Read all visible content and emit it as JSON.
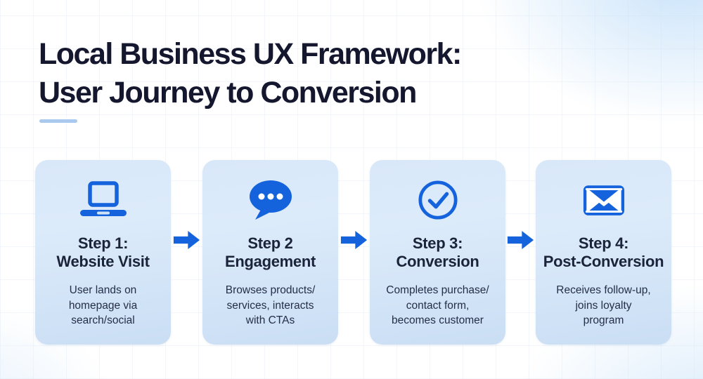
{
  "title": {
    "line1": "Local Business UX Framework:",
    "line2": "User Journey to Conversion"
  },
  "colors": {
    "accent_blue": "#1463DC",
    "title_navy": "#15172f",
    "step_title_navy": "#1a2339",
    "body_text": "#252e47",
    "card_background_top": "#dcebfa",
    "card_background_bottom": "#cadef4",
    "divider_blue": "#a9c9ee"
  },
  "steps": [
    {
      "icon": "laptop-icon",
      "title_line1": "Step 1:",
      "title_line2": "Website Visit",
      "desc_line1": "User lands on",
      "desc_line2": "homepage via",
      "desc_line3": "search/social"
    },
    {
      "icon": "chat-bubble-icon",
      "title_line1": "Step 2",
      "title_line2": "Engagement",
      "desc_line1": "Browses products/",
      "desc_line2": "services, interacts",
      "desc_line3": "with CTAs"
    },
    {
      "icon": "check-circle-icon",
      "title_line1": "Step 3:",
      "title_line2": "Conversion",
      "desc_line1": "Completes purchase/",
      "desc_line2": "contact form,",
      "desc_line3": "becomes customer"
    },
    {
      "icon": "envelope-icon",
      "title_line1": "Step 4:",
      "title_line2": "Post-Conversion",
      "desc_line1": "Receives follow-up,",
      "desc_line2": "joins loyalty",
      "desc_line3": "program"
    }
  ]
}
